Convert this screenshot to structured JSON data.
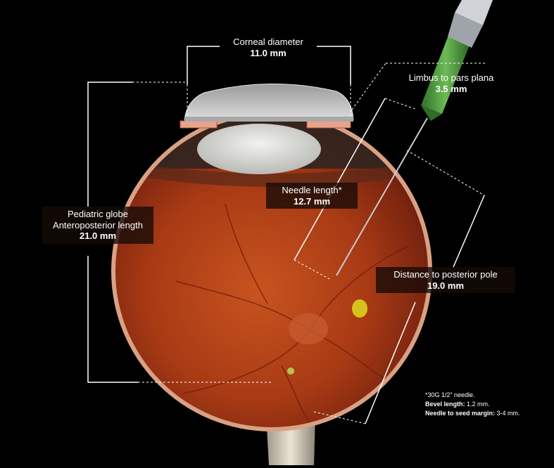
{
  "corneal": {
    "title": "Corneal diameter",
    "value": "11.0 mm"
  },
  "limbus": {
    "title": "Limbus to pars plana",
    "value": "3.5 mm"
  },
  "needle": {
    "title": "Needle length*",
    "value": "12.7 mm"
  },
  "globe": {
    "title1": "Pediatric globe",
    "title2": "Anteroposterior length",
    "value": "21.0 mm"
  },
  "posterior": {
    "title": "Distance to posterior pole",
    "value": "19.0 mm"
  },
  "footnote": {
    "line1": "*30G 1/2” needle.",
    "bevel_label": "Bevel length:",
    "bevel_value": " 1.2 mm.",
    "margin_label": "Needle to seed margin:",
    "margin_value": " 3-4 mm."
  },
  "colors": {
    "background": "#000000",
    "fundus": "#b8401c",
    "sclera": "#e8b89a",
    "cornea": "#c9c9c9",
    "needle_hub": "#4f9a3c",
    "seed": "#d9c21a"
  }
}
